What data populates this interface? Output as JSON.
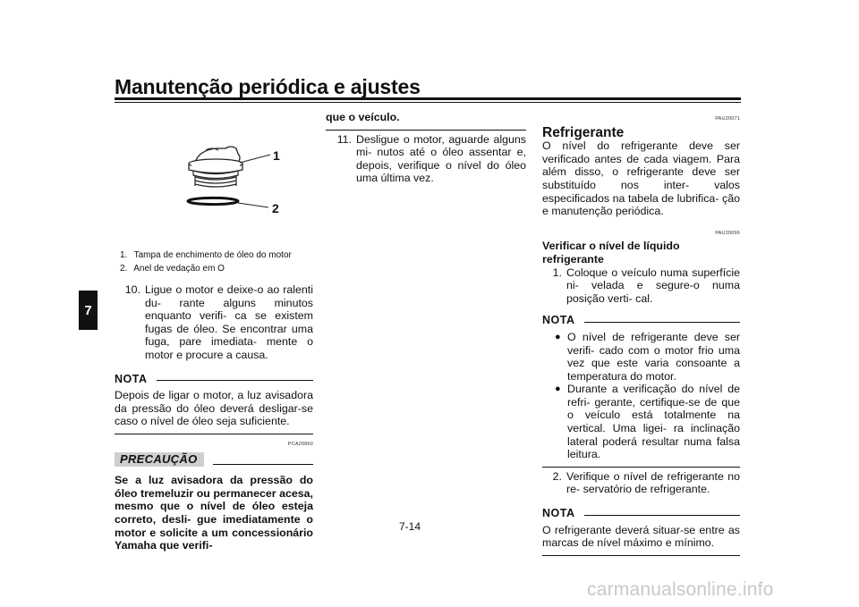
{
  "header": {
    "title": "Manutenção periódica e ajustes",
    "chapter": "7"
  },
  "footer": {
    "page_number": "7-14",
    "watermark": "carmanualsonline.info"
  },
  "figure": {
    "callouts": [
      "1",
      "2"
    ],
    "captions": [
      {
        "num": "1.",
        "text": "Tampa de enchimento de óleo do motor"
      },
      {
        "num": "2.",
        "text": "Anel de vedação em O"
      }
    ]
  },
  "col1": {
    "step10": {
      "num": "10.",
      "text": "Ligue o motor e deixe-o ao ralenti du- rante alguns minutos enquanto verifi- ca se existem fugas de óleo. Se encontrar uma fuga, pare imediata- mente o motor e procure a causa."
    },
    "nota_label": "NOTA",
    "nota_text": "Depois de ligar o motor, a luz avisadora da pressão do óleo deverá desligar-se caso o nível de óleo seja suficiente.",
    "caution_code": "PCA20860",
    "caution_label": "PRECAUÇÃO",
    "caution_text": "Se a luz avisadora da pressão do óleo tremeluzir ou permanecer acesa, mesmo que o nível de óleo esteja correto, desli- gue imediatamente o motor e solicite a um concessionário Yamaha que verifi-"
  },
  "col2": {
    "caution_cont": "que o veículo.",
    "step11": {
      "num": "11.",
      "text": "Desligue o motor, aguarde alguns mi- nutos até o óleo assentar e, depois, verifique o nível do óleo uma última vez."
    }
  },
  "col3": {
    "code1": "PAU20071",
    "section_title": "Refrigerante",
    "intro": "O nível do refrigerante deve ser verificado antes de cada viagem. Para além disso, o refrigerante deve ser substituído nos inter- valos especificados na tabela de lubrifica- ção e manutenção periódica.",
    "code2": "PAU20096",
    "subheading": "Verificar o nível de líquido refrigerante",
    "step1": {
      "num": "1.",
      "text": "Coloque o veículo numa superfície ni- velada e segure-o numa posição verti- cal."
    },
    "nota1_label": "NOTA",
    "bullets": [
      "O nível de refrigerante deve ser verifi- cado com o motor frio uma vez que este varia consoante a temperatura do motor.",
      "Durante a verificação do nível de refri- gerante, certifique-se de que o veículo está totalmente na vertical. Uma ligei- ra inclinação lateral poderá resultar numa falsa leitura."
    ],
    "step2": {
      "num": "2.",
      "text": "Verifique o nível de refrigerante no re- servatório de refrigerante."
    },
    "nota2_label": "NOTA",
    "nota2_text": "O refrigerante deverá situar-se entre as marcas de nível máximo e mínimo."
  }
}
